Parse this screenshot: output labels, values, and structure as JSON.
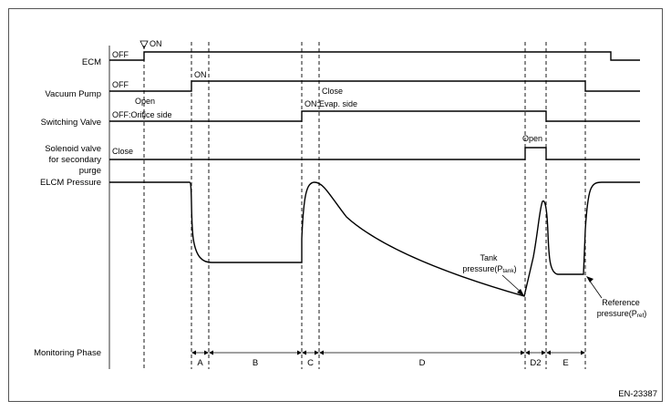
{
  "rows": {
    "ecm": "ECM",
    "vacuum_pump": "Vacuum Pump",
    "switching_valve": "Switching Valve",
    "solenoid_line1": "Solenoid valve",
    "solenoid_line2": "for secondary",
    "solenoid_line3": "purge",
    "elcm_pressure": "ELCM Pressure",
    "monitoring_phase": "Monitoring Phase"
  },
  "states": {
    "ecm_off": "OFF",
    "ecm_on": "ON",
    "pump_off": "OFF",
    "pump_on": "ON",
    "valve_open": "Open",
    "valve_off": "OFF:Orifice side",
    "valve_close": "Close",
    "valve_on": "ON:Evap. side",
    "solenoid_close": "Close",
    "solenoid_open": "Open"
  },
  "annotations": {
    "tank_line1": "Tank",
    "tank_line2": "pressure(P",
    "tank_sub": "tank",
    "tank_end": ")",
    "ref_line1": "Reference",
    "ref_line2": "pressure(P",
    "ref_sub": "ref",
    "ref_end": ")"
  },
  "phases": [
    "A",
    "B",
    "C",
    "D",
    "D2",
    "E"
  ],
  "figure_id": "EN-23387"
}
